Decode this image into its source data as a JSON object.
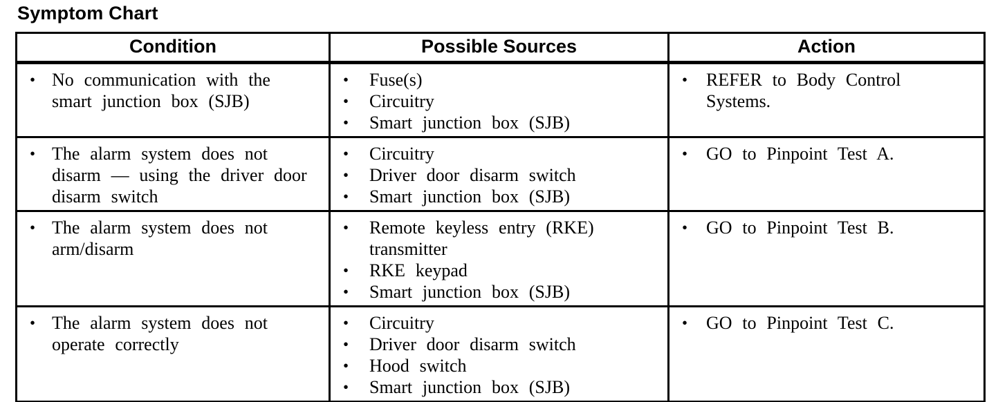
{
  "title": "Symptom Chart",
  "colors": {
    "text": "#000000",
    "border": "#000000",
    "background": "#ffffff"
  },
  "bullet_glyph": "•",
  "table": {
    "headers": [
      "Condition",
      "Possible Sources",
      "Action"
    ],
    "rows": [
      {
        "condition": [
          "No communication with the smart junction box (SJB)"
        ],
        "sources": [
          "Fuse(s)",
          "Circuitry",
          "Smart junction box (SJB)"
        ],
        "action": [
          "REFER to Body Control Systems."
        ]
      },
      {
        "condition": [
          "The alarm system does not disarm — using the driver door disarm switch"
        ],
        "sources": [
          "Circuitry",
          "Driver door disarm switch",
          "Smart junction box (SJB)"
        ],
        "action": [
          "GO to Pinpoint Test A."
        ]
      },
      {
        "condition": [
          "The alarm system does not arm/disarm"
        ],
        "sources": [
          "Remote keyless entry (RKE) transmitter",
          "RKE keypad",
          "Smart junction box (SJB)"
        ],
        "action": [
          "GO to Pinpoint Test B."
        ]
      },
      {
        "condition": [
          "The alarm system does not operate correctly"
        ],
        "sources": [
          "Circuitry",
          "Driver door disarm switch",
          "Hood switch",
          "Smart junction box (SJB)"
        ],
        "action": [
          "GO to Pinpoint Test C."
        ]
      }
    ]
  }
}
